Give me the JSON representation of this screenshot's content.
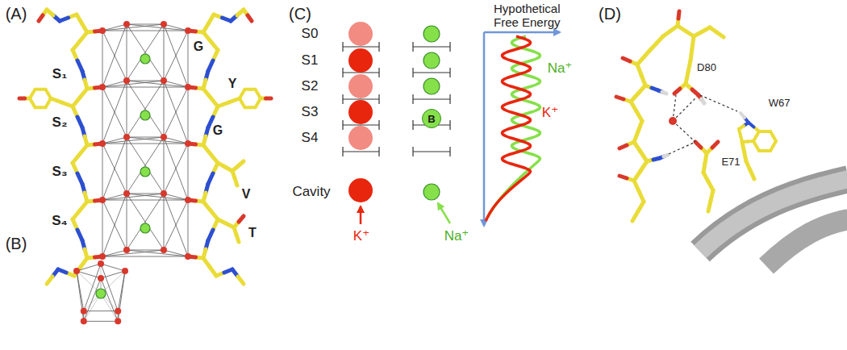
{
  "diagram": {
    "nodes": [
      {
        "text": [
          "B"
        ]
      }
    ],
    "labels": [
      "(A)",
      "S₁",
      "S₂",
      "S₃",
      "S₄",
      "G",
      "Y",
      "G",
      "V",
      "T",
      "(B)",
      "(C)",
      "S0",
      "S1",
      "S2",
      "S3",
      "S4",
      "Cavity",
      "K⁺",
      "Na⁺",
      "Hypothetical Free Energy",
      "Na⁺",
      "K⁺",
      "(D)",
      "D80",
      "W67",
      "E71"
    ]
  }
}
